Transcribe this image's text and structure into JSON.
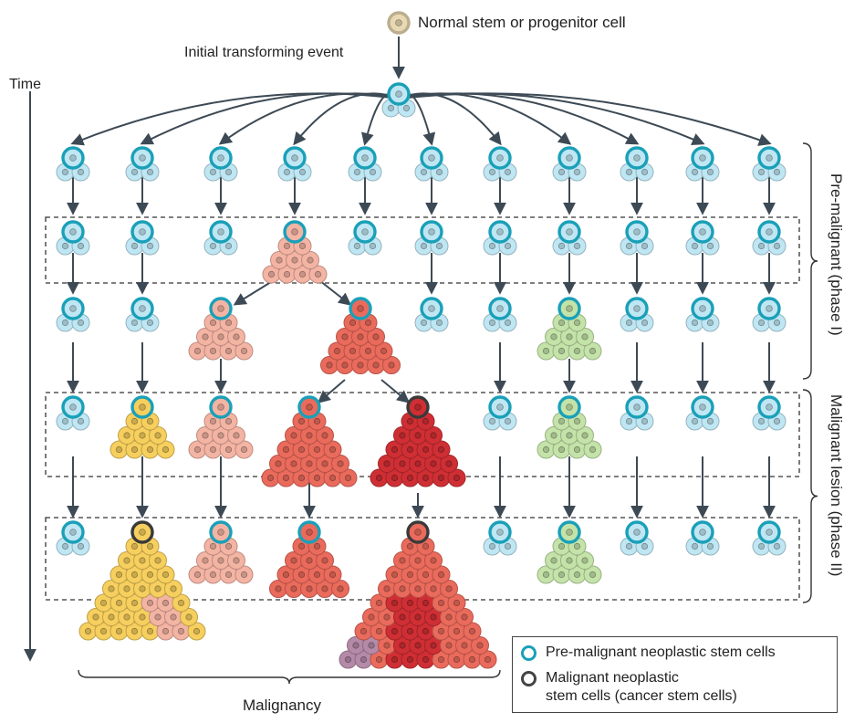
{
  "labels": {
    "normal_cell": "Normal stem or progenitor cell",
    "initial_event": "Initial transforming event",
    "time": "Time",
    "pre_malignant_phase": "Pre-malignant (phase I)",
    "malignant_lesion_phase": "Malignant lesion (phase II)",
    "malignancy": "Malignancy"
  },
  "legend": {
    "pre_malignant": "Pre-malignant neoplastic stem cells",
    "malignant_line1": "Malignant neoplastic",
    "malignant_line2": "stem cells (cancer stem cells)"
  },
  "colors": {
    "normal_cell": "#e9d9b3",
    "pre_malignant_ring": "#1aa0b8",
    "cancer_stem_ring": "#3a3a3a",
    "blue_cells": "#bfe6f3",
    "salmon_cells": "#f4b4a4",
    "red_cells": "#ea6b5c",
    "dark_red_cells": "#cf2f34",
    "yellow_cells": "#f6cf5e",
    "green_cells": "#c4e3a9",
    "purple_cells": "#b58aa8",
    "arrows": "#3d4a55"
  }
}
